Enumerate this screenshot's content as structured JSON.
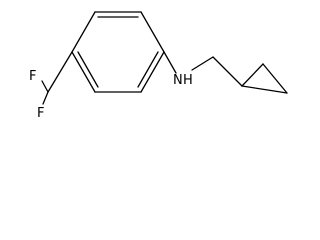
{
  "molecule": {
    "atoms": {
      "fluorine_top": "F",
      "fluorine_bottom": "F",
      "nitrogen": "N",
      "amine_hydrogen": "H"
    }
  }
}
